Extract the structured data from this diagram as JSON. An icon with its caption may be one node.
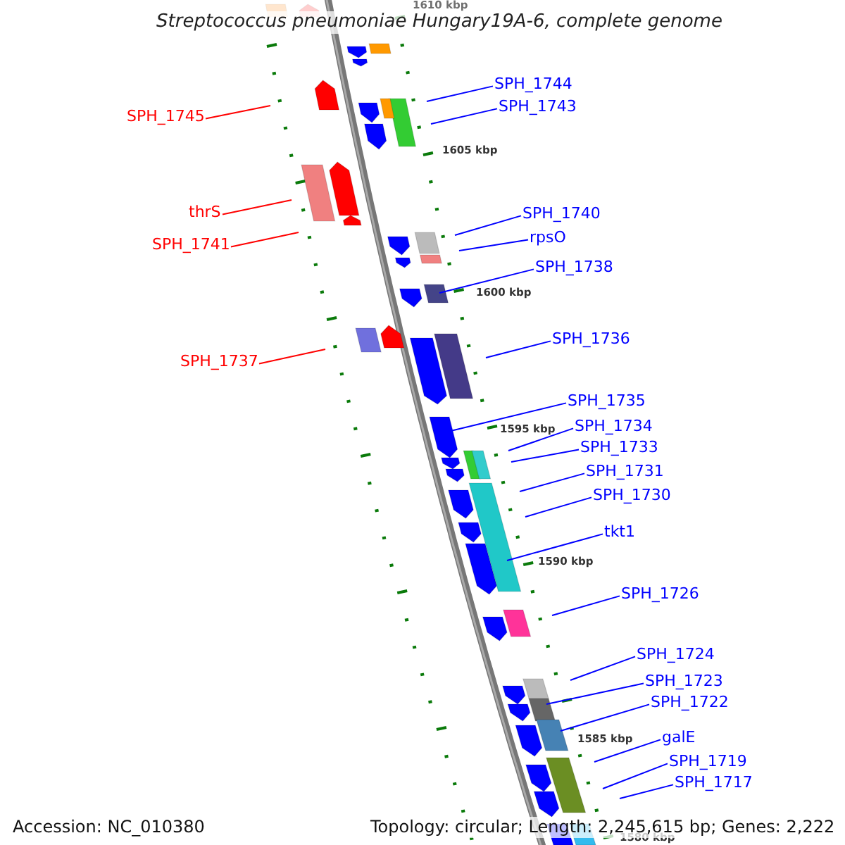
{
  "diagram": {
    "title": "Streptococcus pneumoniae Hungary19A-6, complete genome",
    "nodes": [
      {
        "text": [
          "SPH_1744"
        ]
      },
      {
        "text": [
          "SPH_1743"
        ]
      },
      {
        "text": [
          "SPH_1745"
        ]
      },
      {
        "text": [
          "thrS"
        ]
      },
      {
        "text": [
          "SPH_1740"
        ]
      },
      {
        "text": [
          "rpsO"
        ]
      },
      {
        "text": [
          "SPH_1741"
        ]
      },
      {
        "text": [
          "SPH_1738"
        ]
      },
      {
        "text": [
          "SPH_1736"
        ]
      },
      {
        "text": [
          "SPH_1737"
        ]
      },
      {
        "text": [
          "SPH_1735"
        ]
      },
      {
        "text": [
          "SPH_1734"
        ]
      },
      {
        "text": [
          "SPH_1733"
        ]
      },
      {
        "text": [
          "SPH_1731"
        ]
      },
      {
        "text": [
          "SPH_1730"
        ]
      },
      {
        "text": [
          "tkt1"
        ]
      },
      {
        "text": [
          "SPH_1726"
        ]
      },
      {
        "text": [
          "SPH_1724"
        ]
      },
      {
        "text": [
          "SPH_1723"
        ]
      },
      {
        "text": [
          "SPH_1722"
        ]
      },
      {
        "text": [
          "galE"
        ]
      },
      {
        "text": [
          "SPH_1719"
        ]
      },
      {
        "text": [
          "SPH_1717"
        ]
      }
    ],
    "edges": [
      {
        "from": 0,
        "to": null,
        "arrow": "none"
      },
      {
        "from": 1,
        "to": null,
        "arrow": "none"
      },
      {
        "from": 2,
        "to": null,
        "arrow": "none",
        "color": "#ff0000"
      },
      {
        "from": 3,
        "to": null,
        "arrow": "none",
        "color": "#ff0000"
      },
      {
        "from": 4,
        "to": null,
        "arrow": "none"
      },
      {
        "from": 5,
        "to": null,
        "arrow": "none"
      },
      {
        "from": 6,
        "to": null,
        "arrow": "none",
        "color": "#ff0000"
      },
      {
        "from": 7,
        "to": null,
        "arrow": "none"
      },
      {
        "from": 8,
        "to": null,
        "arrow": "none"
      },
      {
        "from": 9,
        "to": null,
        "arrow": "none",
        "color": "#ff0000"
      },
      {
        "from": 10,
        "to": null,
        "arrow": "none"
      },
      {
        "from": 11,
        "to": null,
        "arrow": "none"
      },
      {
        "from": 12,
        "to": null,
        "arrow": "none"
      },
      {
        "from": 13,
        "to": null,
        "arrow": "none"
      },
      {
        "from": 14,
        "to": null,
        "arrow": "none"
      },
      {
        "from": 15,
        "to": null,
        "arrow": "none"
      },
      {
        "from": 16,
        "to": null,
        "arrow": "none"
      },
      {
        "from": 17,
        "to": null,
        "arrow": "none"
      },
      {
        "from": 18,
        "to": null,
        "arrow": "none"
      },
      {
        "from": 19,
        "to": null,
        "arrow": "none"
      },
      {
        "from": 20,
        "to": null,
        "arrow": "none"
      },
      {
        "from": 21,
        "to": null,
        "arrow": "none"
      },
      {
        "from": 22,
        "to": null,
        "arrow": "none"
      }
    ],
    "labels": [
      "1610 kbp",
      "1605 kbp",
      "1600 kbp",
      "1595 kbp",
      "1590 kbp",
      "1585 kbp",
      "1580 kbp",
      "Accession: NC_010380",
      "Topology: circular; Length: 2,245,615 bp; Genes: 2,222"
    ]
  }
}
